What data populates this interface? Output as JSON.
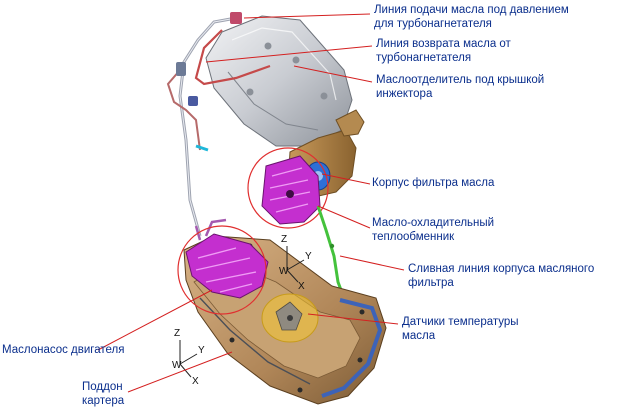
{
  "labels": {
    "turbo_supply": "Линия подачи масла под давлением\nдля турбонагнетателя",
    "turbo_return": "Линия возврата масла от\nтурбонагнетателя",
    "oil_separator": "Маслоотделитель под крышкой\nинжектора",
    "filter_housing": "Корпус фильтра масла",
    "oil_cooler": "Масло-охладительный\nтеплообменник",
    "filter_drain": "Сливная линия корпуса масляного\nфильтра",
    "temp_sensors": "Датчики температуры\nмасла",
    "oil_pump": "Маслонасос двигателя",
    "oil_pan": "Поддон\nкартера"
  },
  "axes": {
    "top": {
      "z": "Z",
      "y": "Y",
      "w": "W",
      "x": "X"
    },
    "bottom": {
      "z": "Z",
      "y": "Y",
      "w": "W",
      "x": "X"
    }
  },
  "colors": {
    "label_text": "#0a2e8c",
    "leader_line": "#d42020",
    "highlight_ring": "#e03030",
    "sensor_zone": "#f2c431",
    "pump": "#c42fcf",
    "drain_line": "#44c23c",
    "pan": "#b89063",
    "separator": "#c9ccd2"
  }
}
